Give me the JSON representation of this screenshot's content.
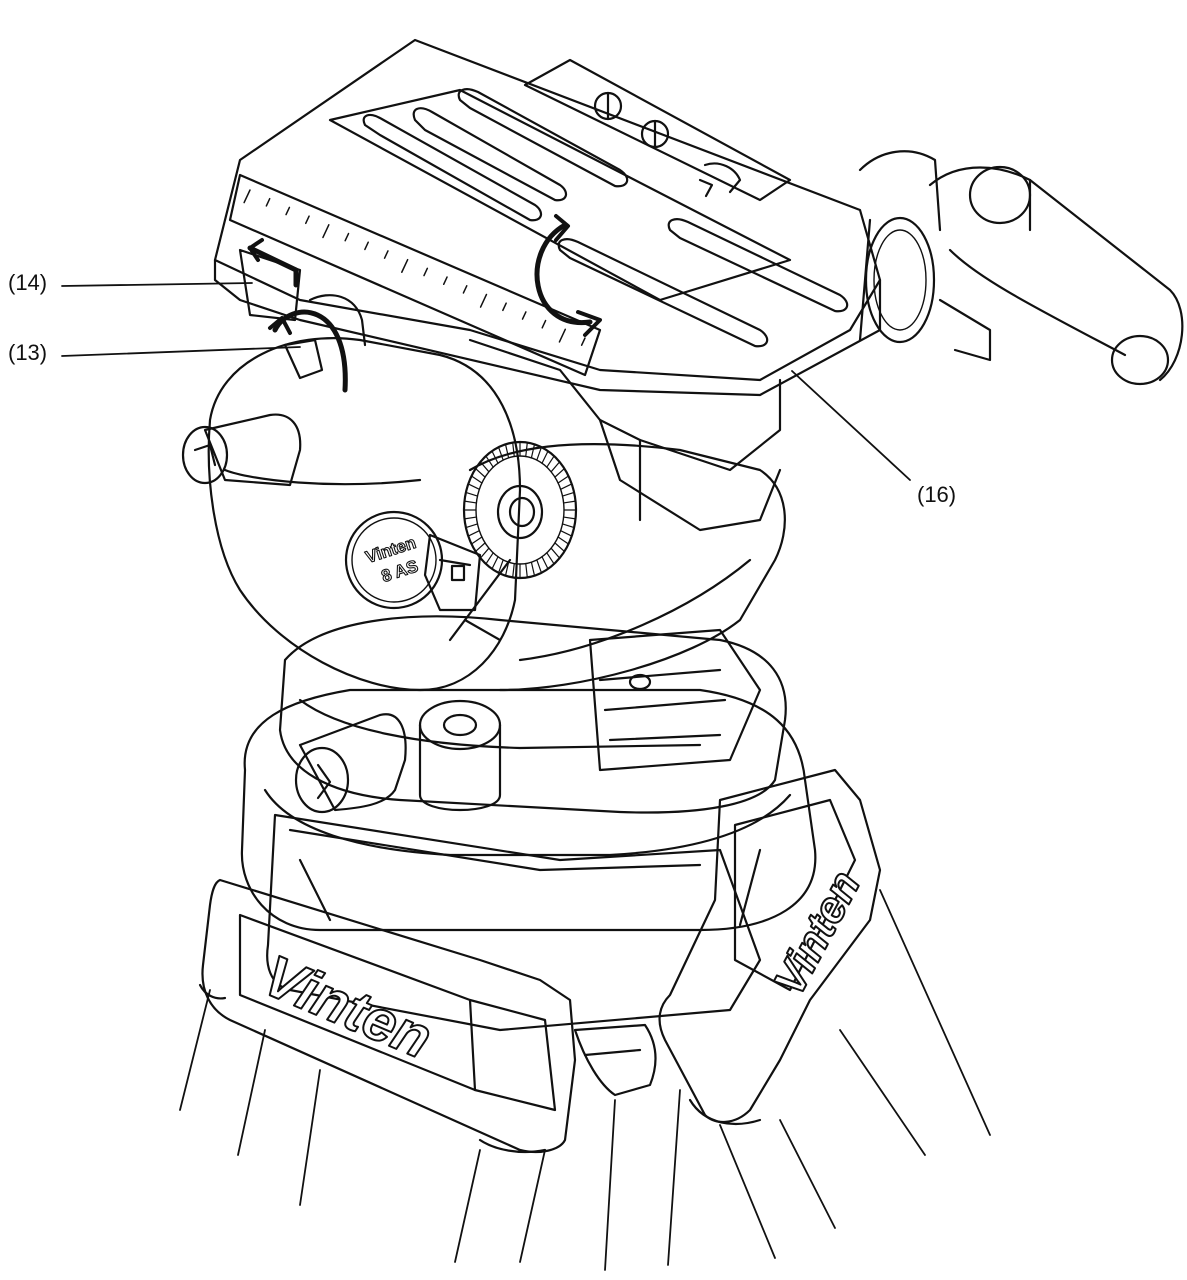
{
  "diagram": {
    "callouts": {
      "c14": "(14)",
      "c13": "(13)",
      "c16": "(16)"
    },
    "brand_plate_left": "Vinten",
    "brand_plate_right": "Vinten",
    "head_badge": {
      "line1": "Vinten",
      "line2": "8 AS"
    },
    "colors": {
      "line": "#111111",
      "paper": "#ffffff"
    }
  }
}
